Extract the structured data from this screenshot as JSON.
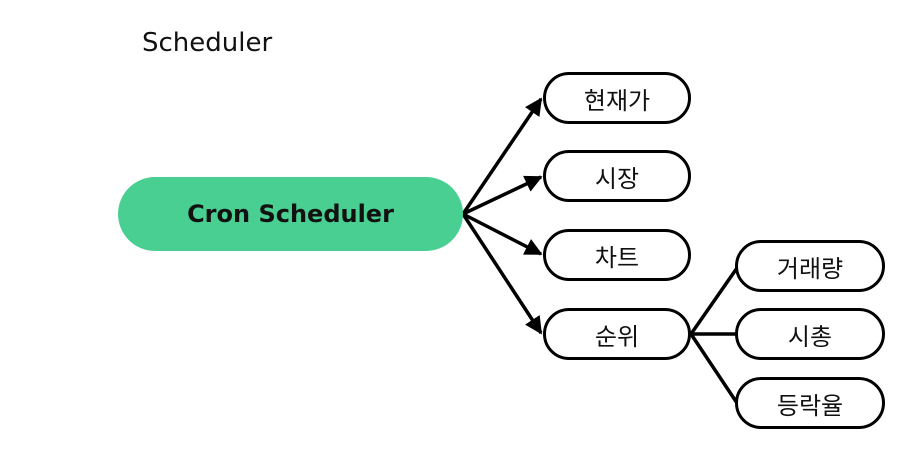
{
  "title": "Scheduler",
  "root": {
    "label": "Cron Scheduler",
    "color": "#48CF91"
  },
  "children": [
    {
      "label": "현재가"
    },
    {
      "label": "시장"
    },
    {
      "label": "차트"
    },
    {
      "label": "순위",
      "children": [
        {
          "label": "거래량"
        },
        {
          "label": "시총"
        },
        {
          "label": "등락율"
        }
      ]
    }
  ]
}
